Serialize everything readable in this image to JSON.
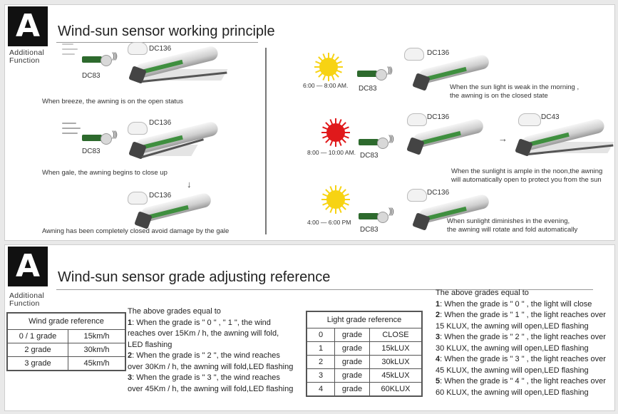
{
  "top": {
    "badge": "A",
    "badge_sub_1": "Additional",
    "badge_sub_2": "Function",
    "title": "Wind-sun sensor working principle",
    "left": {
      "device_sensor": "DC83",
      "device_motor": "DC136",
      "captions": [
        "When breeze, the awning is on the open status",
        "When gale, the awning begins to close up",
        "Awning has been completely closed avoid damage by the gale"
      ]
    },
    "right": {
      "device_extra": "DC43",
      "times": [
        "6:00 — 8:00 AM.",
        "8:00 — 10:00 AM.",
        "4:00 — 6:00 PM"
      ],
      "captions": [
        [
          "When the sun light is weak in the morning ,",
          "the awning is on the closed state"
        ],
        [
          "When the sunlight is ample  in the noon,the awning",
          "will automatically open to protect you from the sun"
        ],
        [
          "When sunlight diminishes  in the evening,",
          "the awning will rotate and fold automatically"
        ]
      ],
      "sun_colors": [
        "#f7d313",
        "#e0191b",
        "#f7d313"
      ]
    }
  },
  "bottom": {
    "badge": "A",
    "badge_sub_1": "Additional",
    "badge_sub_2": "Function",
    "title": "Wind-sun sensor grade adjusting reference",
    "wind_table": {
      "header": "Wind grade reference",
      "rows": [
        [
          "0  /  1 grade",
          "15km/h"
        ],
        [
          "2      grade",
          "30km/h"
        ],
        [
          "3      grade",
          "45km/h"
        ]
      ]
    },
    "wind_explain": {
      "intro": "The above grades equal to",
      "items": [
        [
          "1",
          ": When the grade is \" 0 \" , \" 1 \", the wind reaches over 15Km / h, the awning will fold, LED flashing"
        ],
        [
          "2",
          ": When the grade is \" 2 \", the wind reaches over 30Km / h, the awning will fold,LED flashing"
        ],
        [
          "3",
          ": When the grade is \" 3 \", the wind reaches over 45Km / h, the awning will fold,LED flashing"
        ]
      ]
    },
    "light_table": {
      "header": "Light grade reference",
      "rows": [
        [
          "0",
          "grade",
          "CLOSE"
        ],
        [
          "1",
          "grade",
          "15kLUX"
        ],
        [
          "2",
          "grade",
          "30kLUX"
        ],
        [
          "3",
          "grade",
          "45kLUX"
        ],
        [
          "4",
          "grade",
          "60KLUX"
        ]
      ]
    },
    "light_explain": {
      "intro": "The above grades equal to",
      "items": [
        [
          "1",
          ": When the grade is \" 0 \" , the light will close"
        ],
        [
          "2",
          ": When the grade is \" 1 \" , the light reaches over 15 KLUX, the awning will open,LED flashing"
        ],
        [
          "3",
          ": When the grade is \" 2 \" , the light reaches over 30 KLUX, the awning will open,LED flashing"
        ],
        [
          "4",
          ": When the grade is \" 3 \" , the light reaches over 45 KLUX, the awning will open,LED flashing"
        ],
        [
          "5",
          ": When the grade is \" 4 \" , the light reaches over 60 KLUX, the awning will open,LED flashing"
        ]
      ]
    }
  }
}
